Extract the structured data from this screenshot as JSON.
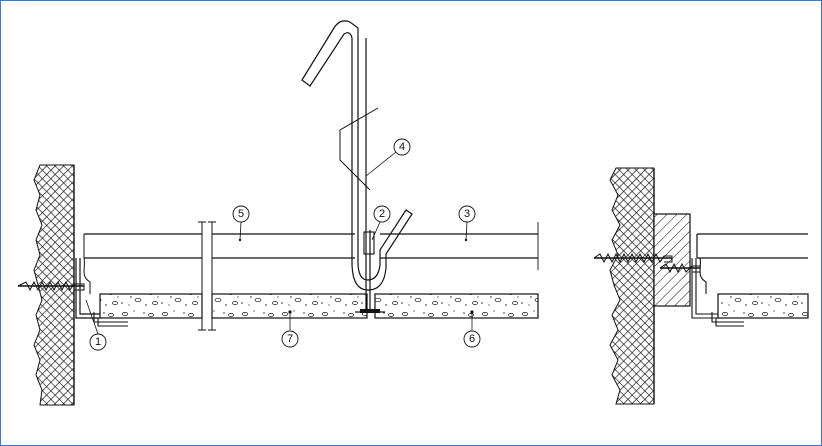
{
  "frame": {
    "border_color": "#3a7bd5"
  },
  "callouts": {
    "c1": "1",
    "c2": "2",
    "c3": "3",
    "c4": "4",
    "c5": "5",
    "c6": "6",
    "c7": "7"
  },
  "colors": {
    "line": "#111111",
    "hatch": "#111111",
    "background": "#ffffff"
  }
}
